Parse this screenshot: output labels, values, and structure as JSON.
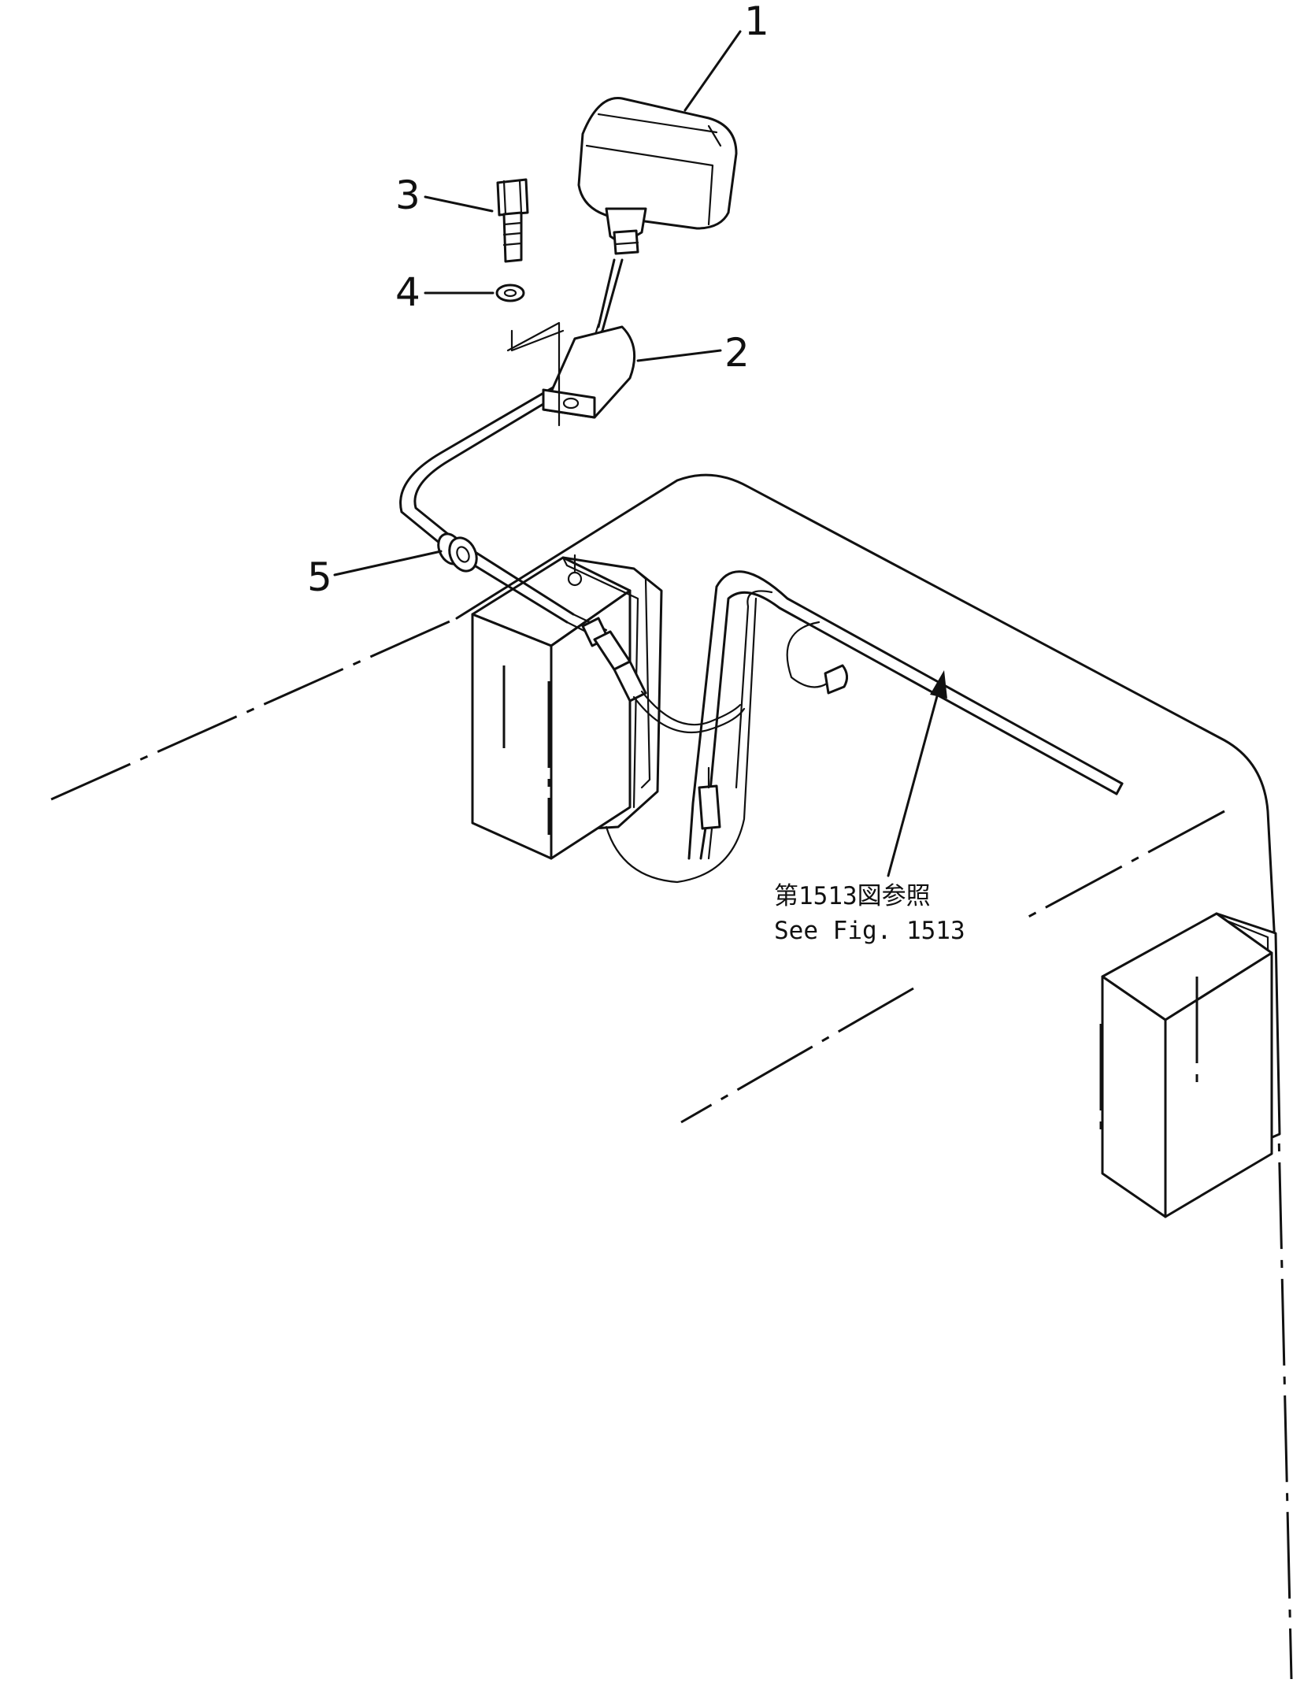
{
  "callouts": {
    "part_1": "1",
    "part_2": "2",
    "part_3": "3",
    "part_4": "4",
    "part_5": "5"
  },
  "reference": {
    "line_1": "第1513図参照",
    "line_2": "See Fig. 1513"
  }
}
